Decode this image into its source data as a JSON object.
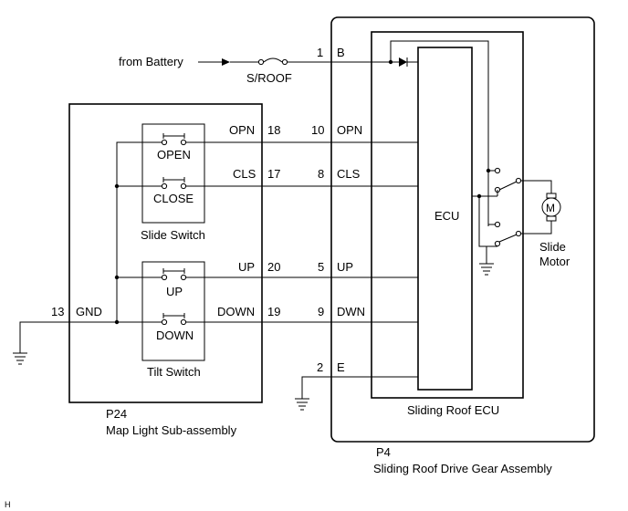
{
  "battery": {
    "label": "from Battery",
    "fuse": "S/ROOF"
  },
  "ecu_assembly": {
    "label": "Sliding Roof ECU",
    "ecu_label": "ECU"
  },
  "motor": {
    "symbol": "M",
    "label_line1": "Slide",
    "label_line2": "Motor"
  },
  "map_light": {
    "connector": "P24",
    "name": "Map Light Sub-assembly"
  },
  "drive_gear": {
    "connector": "P4",
    "name": "Sliding Roof Drive Gear Assembly"
  },
  "slide_switch": {
    "title": "Slide Switch",
    "open": "OPEN",
    "close": "CLOSE"
  },
  "tilt_switch": {
    "title": "Tilt Switch",
    "up": "UP",
    "down": "DOWN"
  },
  "gnd_pin": {
    "pin": "13",
    "name": "GND"
  },
  "map_light_pins": [
    {
      "name": "OPN",
      "pin": "18"
    },
    {
      "name": "CLS",
      "pin": "17"
    },
    {
      "name": "UP",
      "pin": "20"
    },
    {
      "name": "DOWN",
      "pin": "19"
    }
  ],
  "ecu_pins": [
    {
      "pin": "1",
      "name": "B"
    },
    {
      "pin": "10",
      "name": "OPN"
    },
    {
      "pin": "8",
      "name": "CLS"
    },
    {
      "pin": "5",
      "name": "UP"
    },
    {
      "pin": "9",
      "name": "DWN"
    },
    {
      "pin": "2",
      "name": "E"
    }
  ],
  "corner_mark": "H"
}
